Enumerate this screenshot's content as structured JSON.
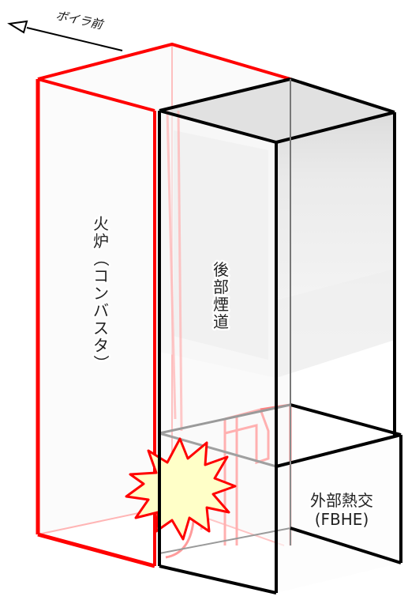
{
  "direction_label": "ボイラ前",
  "furnace": {
    "chars": [
      "火",
      "炉",
      "（",
      "コ",
      "ン",
      "バ",
      "ス",
      "タ",
      "）"
    ],
    "color": "#ff0000"
  },
  "back_pass": {
    "chars": [
      "後",
      "部",
      "煙",
      "道"
    ],
    "color": "#000000"
  },
  "fbhe": {
    "line1": "外部熱交",
    "line2": "(FBHE)"
  },
  "fire_color": "#ffffcc",
  "fire_outline": "#ff0000"
}
